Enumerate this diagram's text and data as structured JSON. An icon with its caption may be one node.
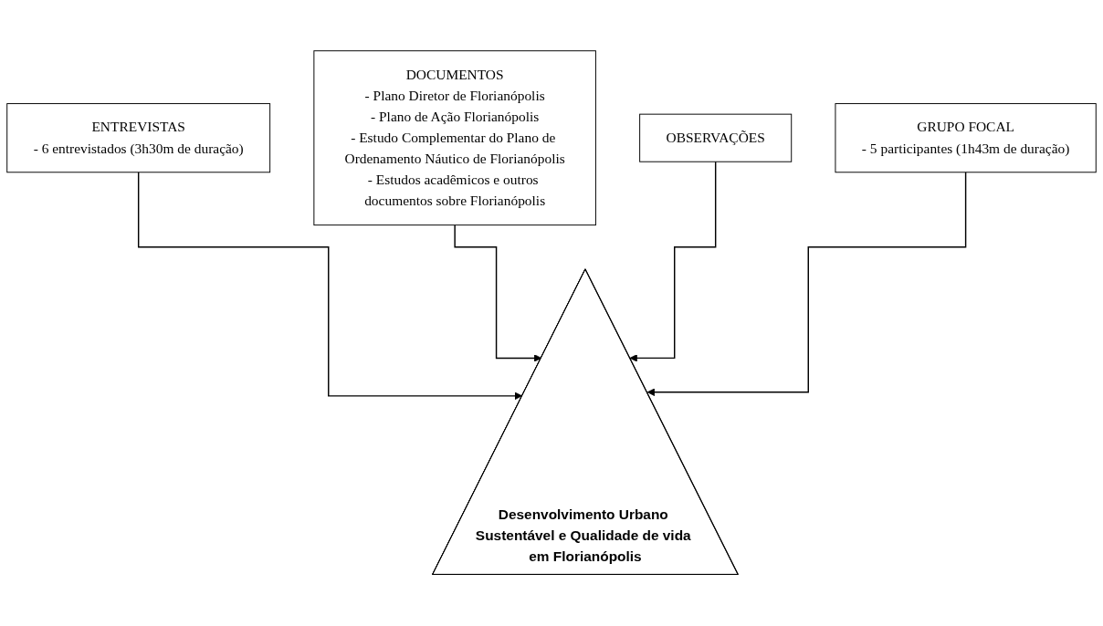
{
  "diagram": {
    "nodes": [
      {
        "text": [
          "ENTREVISTAS",
          "- 6 entrevistados (3h30m de duração)"
        ]
      },
      {
        "text": [
          "Desenvolvimento Urbano Sustentável e Qualidade de vida em Florianópolis"
        ]
      },
      {
        "text": [
          "DOCUMENTOS",
          "- Plano Diretor de Florianópolis",
          "- Plano de Ação Florianópolis",
          "- Estudo Complementar do Plano de Ordenamento Náutico de Florianópolis",
          "- Estudos acadêmicos e outros documentos sobre Florianópolis"
        ]
      },
      {
        "text": [
          "GRUPO FOCAL",
          "- 5 participantes (1h43m de duração)"
        ]
      },
      {
        "text": [
          "OBSERVAÇÕES"
        ]
      }
    ],
    "edges": [
      {
        "from": 0,
        "to": 1,
        "arrow": "to"
      },
      {
        "from": 2,
        "to": 1,
        "arrow": "to"
      },
      {
        "from": 4,
        "to": 1,
        "arrow": "to"
      },
      {
        "from": 3,
        "to": 1,
        "arrow": "to"
      }
    ]
  }
}
